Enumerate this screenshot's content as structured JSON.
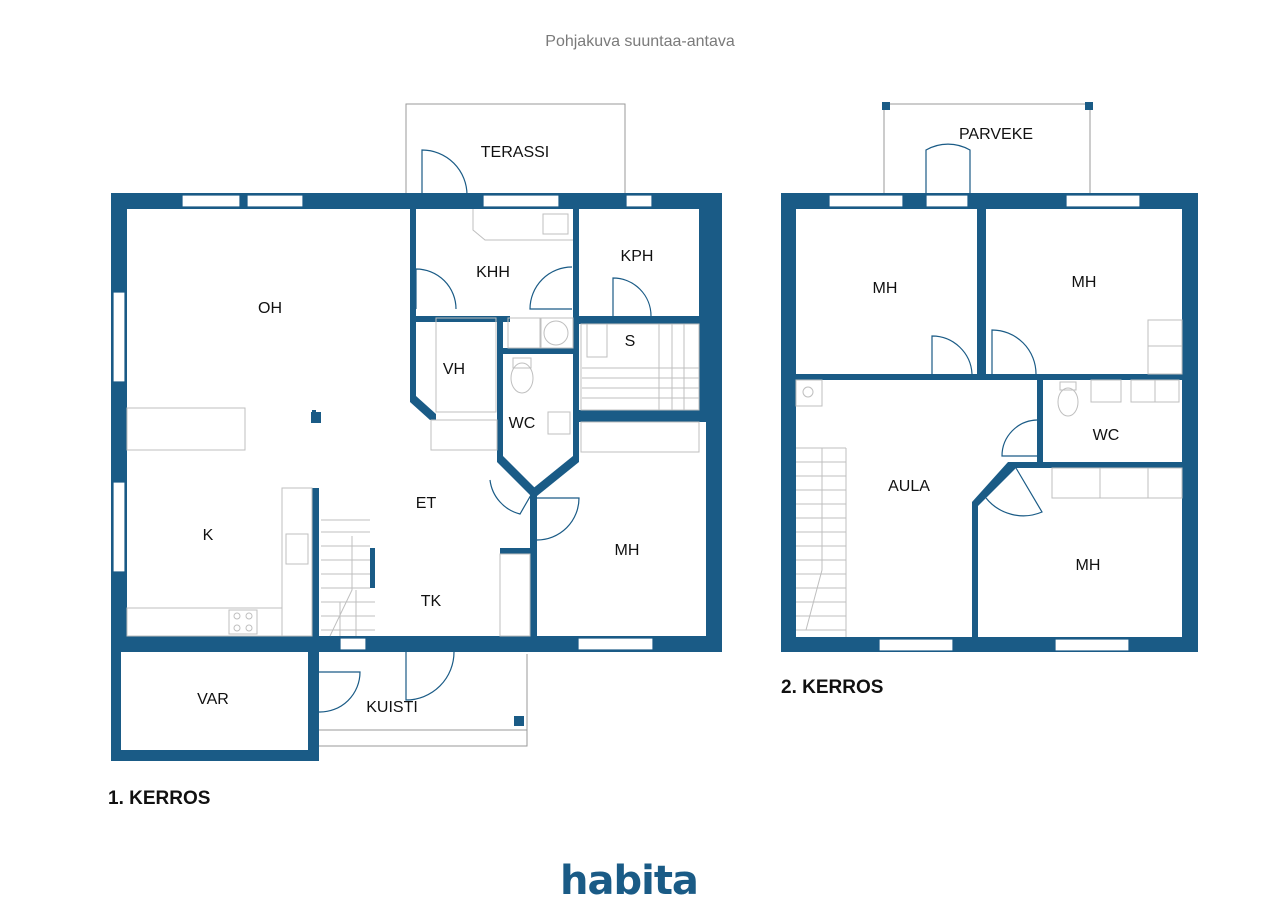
{
  "header": {
    "subtitle": "Pohjakuva suuntaa-antava"
  },
  "floor1": {
    "title": "1. KERROS",
    "rooms": {
      "terassi": "TERASSI",
      "oh": "OH",
      "khh": "KHH",
      "kph": "KPH",
      "s": "S",
      "vh": "VH",
      "wc": "WC",
      "et": "ET",
      "k": "K",
      "tk": "TK",
      "mh": "MH",
      "var": "VAR",
      "kuisti": "KUISTI"
    }
  },
  "floor2": {
    "title": "2. KERROS",
    "rooms": {
      "parveke": "PARVEKE",
      "mh_left": "MH",
      "mh_right": "MH",
      "aula": "AULA",
      "wc": "WC",
      "mh_bottom": "MH"
    }
  },
  "brand": {
    "logo": "habita",
    "color": "#1a5b86"
  }
}
